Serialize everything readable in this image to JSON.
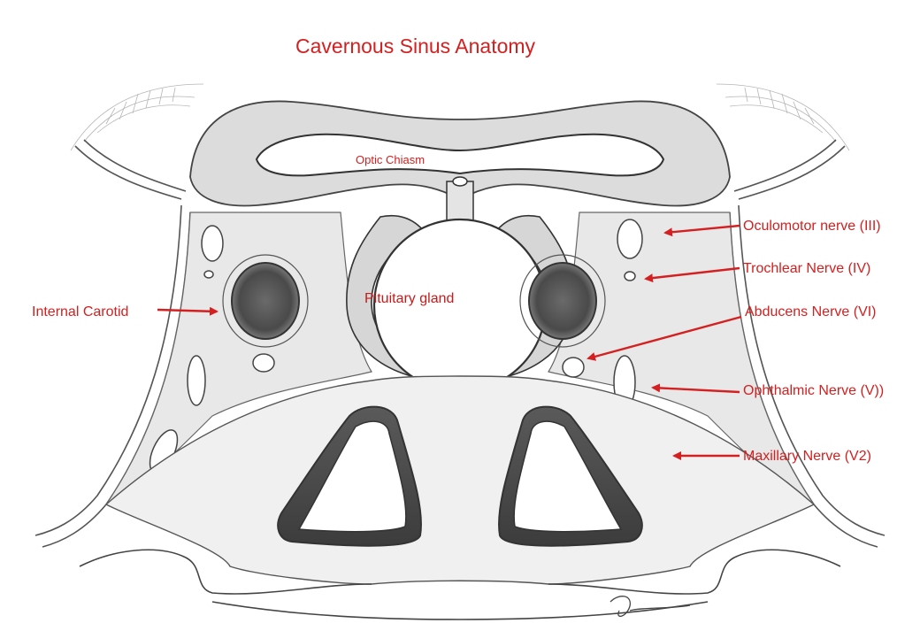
{
  "title": "Cavernous Sinus Anatomy",
  "labels": {
    "optic_chiasm": "Optic Chiasm",
    "pituitary_gland": "Pituitary gland",
    "internal_carotid": "Internal  Carotid",
    "oculomotor": "Oculomotor nerve  (III)",
    "trochlear": "Trochlear  Nerve  (IV)",
    "abducens": "Abducens Nerve  (VI)",
    "ophthalmic": "Ophthalmic Nerve  (V))",
    "maxillary": "Maxillary Nerve  (V2)"
  },
  "colors": {
    "label_red": "#d42020",
    "pencil": "#555555",
    "background": "#ffffff"
  }
}
